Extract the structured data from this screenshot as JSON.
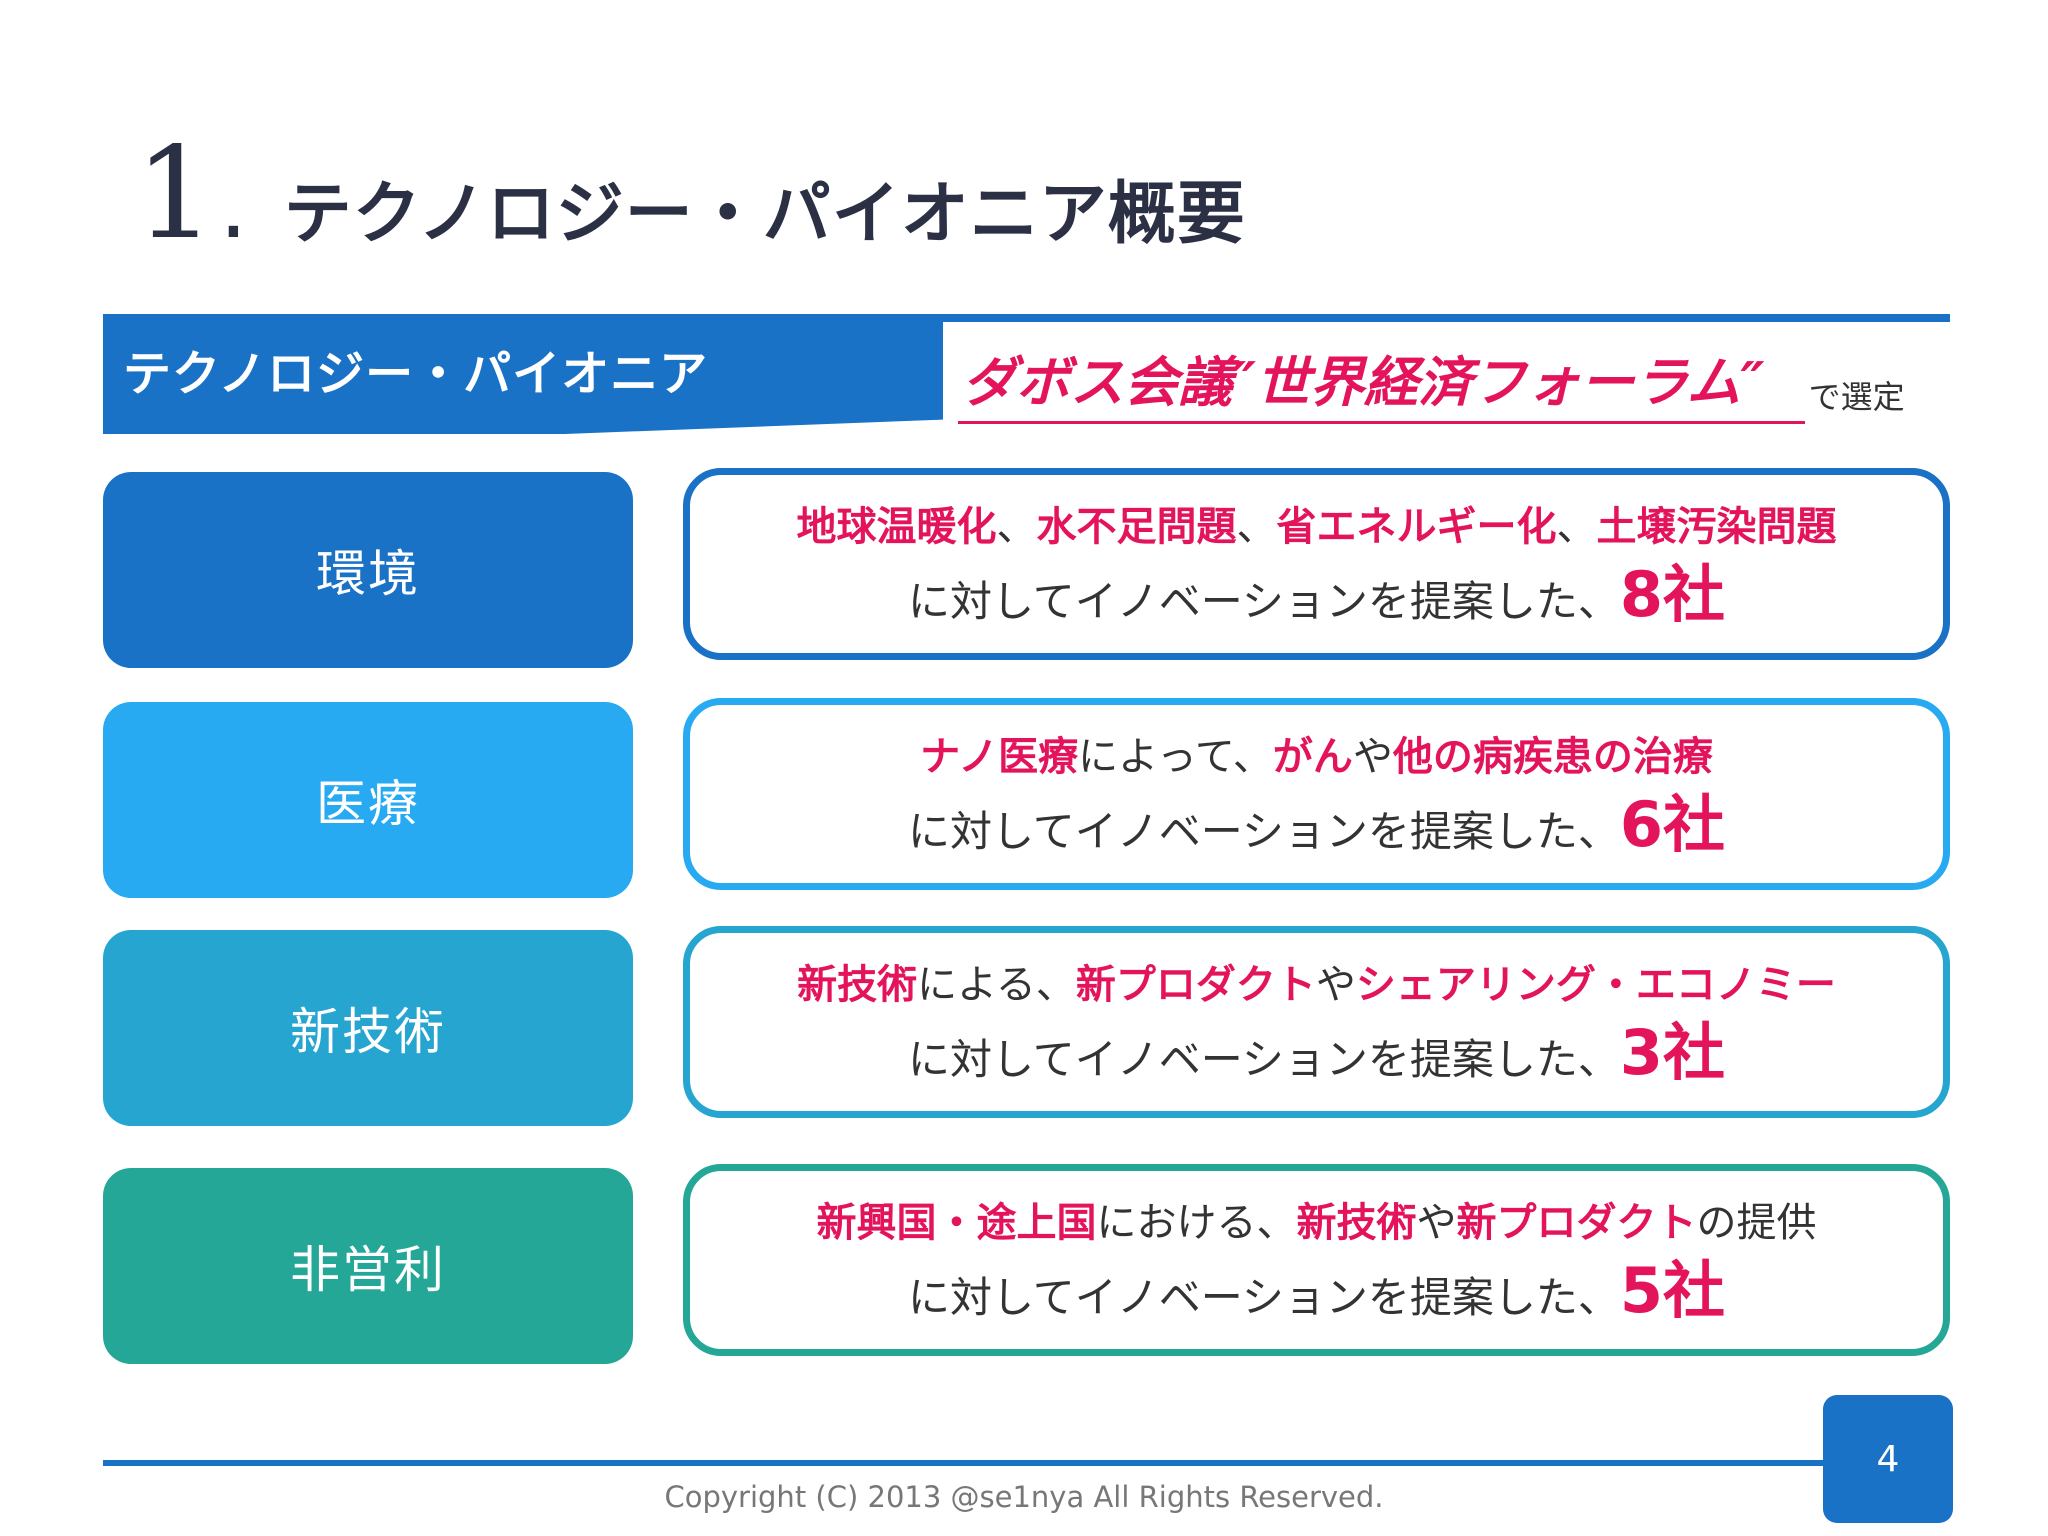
{
  "title": {
    "number": "1",
    "dot": ".",
    "text": "テクノロジー・パイオニア概要"
  },
  "banner": {
    "left_label": "テクノロジー・パイオニア",
    "highlight": "ダボス会議″世界経済フォーラム″",
    "suffix": "で選定"
  },
  "colors": {
    "accent": "#e3145b",
    "header_blue": "#1a72c7"
  },
  "rows": [
    {
      "category": "環境",
      "color": "#1a72c7",
      "line1": [
        {
          "text": "地球温暖化",
          "hl": true
        },
        {
          "text": "、",
          "hl": false
        },
        {
          "text": "水不足問題",
          "hl": true
        },
        {
          "text": "、",
          "hl": false
        },
        {
          "text": "省エネルギー化",
          "hl": true
        },
        {
          "text": "、",
          "hl": false
        },
        {
          "text": "土壌汚染問題",
          "hl": true
        }
      ],
      "line2_prefix": "に対してイノベーションを提案した、",
      "count": "8社"
    },
    {
      "category": "医療",
      "color": "#27aaf2",
      "line1": [
        {
          "text": "ナノ医療",
          "hl": true
        },
        {
          "text": "によって、",
          "hl": false
        },
        {
          "text": "がん",
          "hl": true
        },
        {
          "text": "や",
          "hl": false
        },
        {
          "text": "他の病疾患の治療",
          "hl": true
        }
      ],
      "line2_prefix": "に対してイノベーションを提案した、",
      "count": "6社"
    },
    {
      "category": "新技術",
      "color": "#26a5d0",
      "line1": [
        {
          "text": "新技術",
          "hl": true
        },
        {
          "text": "による、",
          "hl": false
        },
        {
          "text": "新プロダクト",
          "hl": true
        },
        {
          "text": "や",
          "hl": false
        },
        {
          "text": "シェアリング・エコノミー",
          "hl": true
        }
      ],
      "line2_prefix": "に対してイノベーションを提案した、",
      "count": "3社"
    },
    {
      "category": "非営利",
      "color": "#24a796",
      "line1": [
        {
          "text": "新興国・途上国",
          "hl": true
        },
        {
          "text": "における、",
          "hl": false
        },
        {
          "text": "新技術",
          "hl": true
        },
        {
          "text": "や",
          "hl": false
        },
        {
          "text": "新プロダクト",
          "hl": true
        },
        {
          "text": "の提供",
          "hl": false
        }
      ],
      "line2_prefix": "に対してイノベーションを提案した、",
      "count": "5社"
    }
  ],
  "footer": {
    "page_number": "4",
    "copyright": "Copyright (C) 2013 @se1nya All Rights Reserved."
  }
}
